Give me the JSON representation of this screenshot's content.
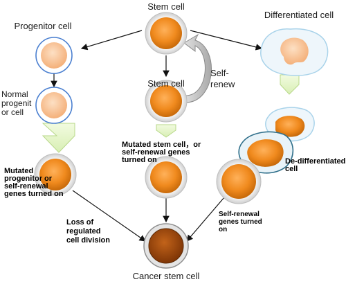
{
  "labels": {
    "stem_cell_top": "Stem cell",
    "progenitor_cell": "Progenitor cell",
    "differentiated_cell": "Differentiated cell",
    "self_renew_line1": "Self-",
    "self_renew_line2": "renew",
    "stem_cell_mid": "Stem cell",
    "normal_progenitor_line1": "Normal",
    "normal_progenitor_line2": "progenit",
    "normal_progenitor_line3": "or cell",
    "mutated_stem_line1": "Mutated stem cell，or",
    "mutated_stem_line2": "self-renewal genes",
    "mutated_stem_line3": "turned on",
    "mutated_progenitor_line1": "Mutated",
    "mutated_progenitor_line2": "progenitor or",
    "mutated_progenitor_line3": "self-renewal",
    "mutated_progenitor_line4": "genes turned on",
    "dedifferentiated_line1": "De-differentiated",
    "dedifferentiated_line2": "cell",
    "loss_regulated_line1": "Loss of",
    "loss_regulated_line2": "regulated",
    "loss_regulated_line3": "cell division",
    "selfrenewal_genes_line1": "Self-renewal",
    "selfrenewal_genes_line2": "genes turned",
    "selfrenewal_genes_line3": "on",
    "cancer_stem_cell": "Cancer stem cell"
  },
  "colors": {
    "stem_orange": "#f08a1e",
    "progenitor_peach": "#f7c08f",
    "cancer_brown": "#a0470b",
    "blue_ring": "#4a7fd0",
    "light_green_arrow": "#e6f5c8"
  }
}
